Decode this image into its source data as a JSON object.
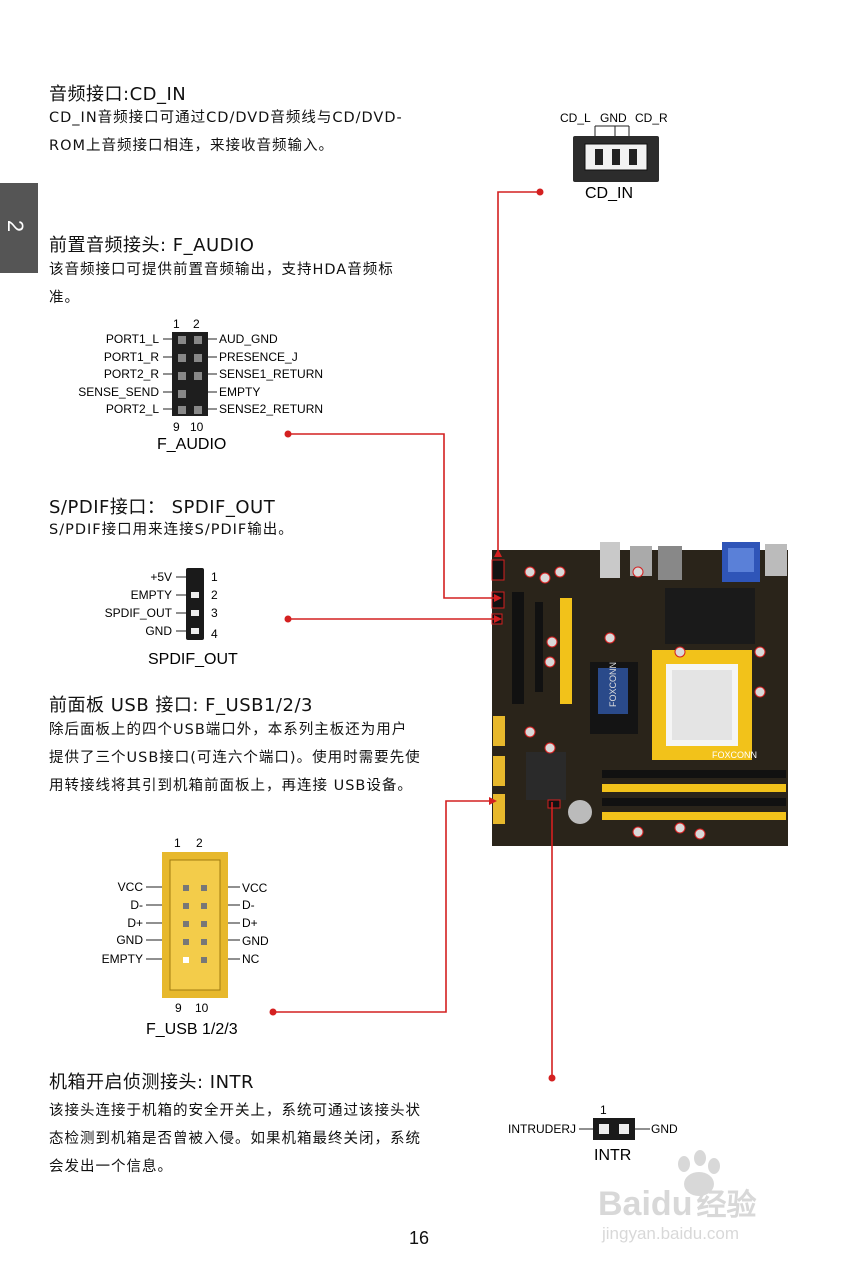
{
  "side_tab": "2",
  "page_number": "16",
  "watermark": {
    "brand": "Bai",
    "brand2": "du",
    "cn": "经验",
    "url": "jingyan.baidu.com"
  },
  "cd_in": {
    "title": "音频接口:CD_IN",
    "body": "CD_IN音频接口可通过CD/DVD音频线与CD/DVD-ROM上音频接口相连，来接收音频输入。",
    "pins": [
      "CD_L",
      "GND",
      "CD_R"
    ],
    "caption": "CD_IN"
  },
  "f_audio": {
    "title": "前置音频接头: F_AUDIO",
    "body": "该音频接口可提供前置音频输出，支持HDA音频标准。",
    "pin_top": [
      "1",
      "2"
    ],
    "pin_bottom": [
      "9",
      "10"
    ],
    "left_labels": [
      "PORT1_L",
      "PORT1_R",
      "PORT2_R",
      "SENSE_SEND",
      "PORT2_L"
    ],
    "right_labels": [
      "AUD_GND",
      "PRESENCE_J",
      "SENSE1_RETURN",
      "EMPTY",
      "SENSE2_RETURN"
    ],
    "caption": "F_AUDIO"
  },
  "spdif": {
    "title": "S/PDIF接口： SPDIF_OUT",
    "body": "S/PDIF接口用来连接S/PDIF输出。",
    "left_labels": [
      "+5V",
      "EMPTY",
      "SPDIF_OUT",
      "GND"
    ],
    "numbers": [
      "1",
      "2",
      "3",
      "4"
    ],
    "caption": "SPDIF_OUT"
  },
  "f_usb": {
    "title": "前面板 USB 接口: F_USB1/2/3",
    "body": "除后面板上的四个USB端口外，本系列主板还为用户提供了三个USB接口(可连六个端口)。使用时需要先使用转接线将其引到机箱前面板上，再连接 USB设备。",
    "pin_top": [
      "1",
      "2"
    ],
    "pin_bottom": [
      "9",
      "10"
    ],
    "left_labels": [
      "VCC",
      "D-",
      "D+",
      "GND",
      "EMPTY"
    ],
    "right_labels": [
      "VCC",
      "D-",
      "D+",
      "GND",
      "NC"
    ],
    "caption": "F_USB 1/2/3"
  },
  "intr": {
    "title": "机箱开启侦测接头: INTR",
    "body": "该接头连接于机箱的安全开关上，系统可通过该接头状态检测到机箱是否曾被入侵。如果机箱最终关闭，系统会发出一个信息。",
    "pin": "1",
    "left_label": "INTRUDERJ",
    "right_label": "GND",
    "caption": "INTR"
  },
  "board": {
    "brand": "FOXCONN",
    "brand2": "FOXCONN"
  },
  "colors": {
    "leader": "#d42020",
    "slot_yellow": "#f2c21a",
    "board": "#2a241a",
    "usb_header": "#e7b82c",
    "side_tab": "#555555"
  }
}
